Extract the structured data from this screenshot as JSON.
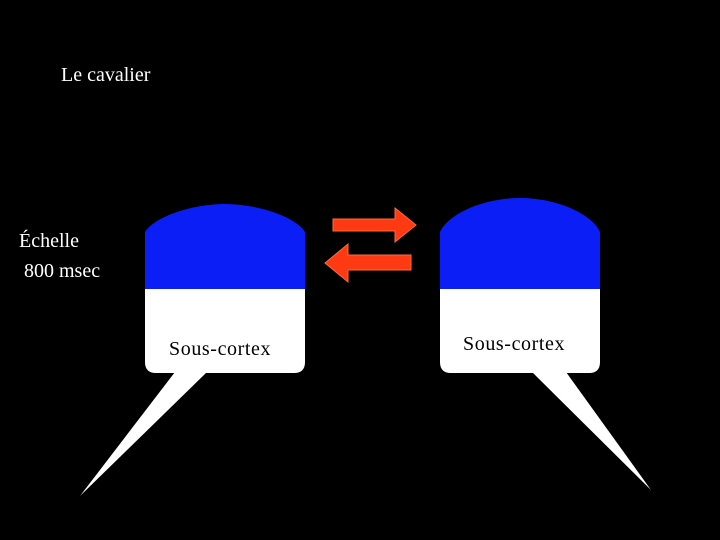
{
  "title": "Le cavalier",
  "scale": {
    "label": "Échelle",
    "value": "800 msec"
  },
  "left_brain": {
    "sub_label": "Sous-cortex"
  },
  "right_brain": {
    "sub_label": "Sous-cortex"
  },
  "colors": {
    "background": "#000000",
    "cortex": "#0a1ef5",
    "subcortex": "#ffffff",
    "arrow": "#ff3a12",
    "text": "#ffffff"
  }
}
